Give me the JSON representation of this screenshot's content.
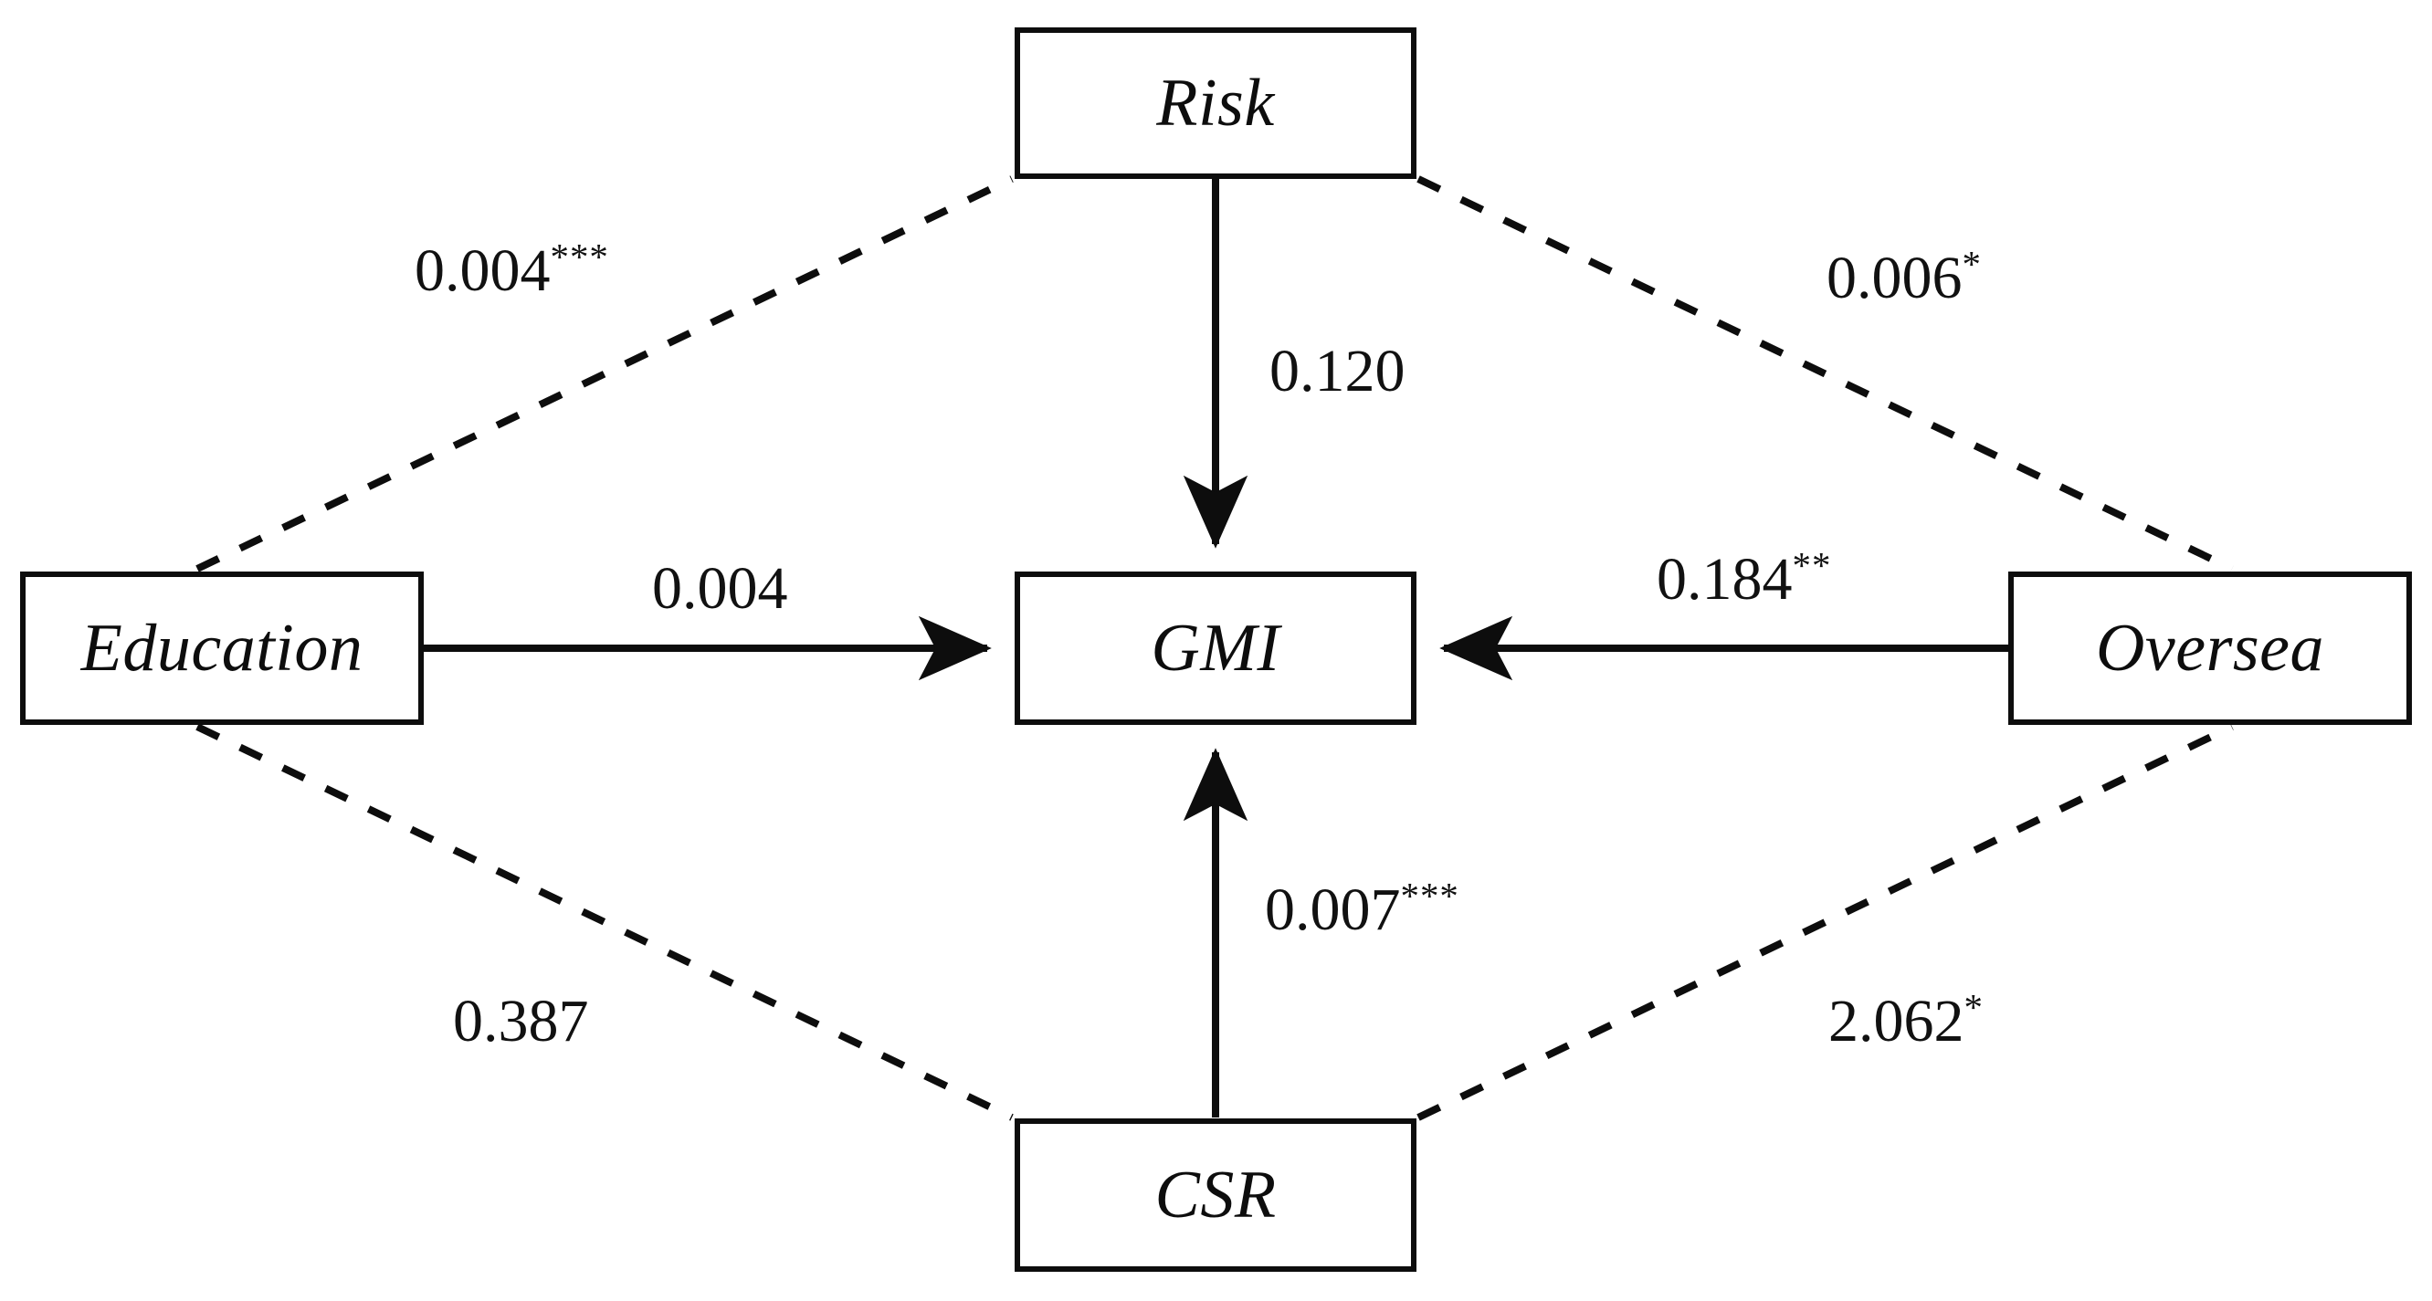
{
  "diagram": {
    "type": "path-model",
    "background_color": "#ffffff",
    "stroke_color": "#0d0d0d",
    "nodes": [
      {
        "id": "risk",
        "label": "Risk"
      },
      {
        "id": "education",
        "label": "Education"
      },
      {
        "id": "gmi",
        "label": "GMI"
      },
      {
        "id": "oversea",
        "label": "Oversea"
      },
      {
        "id": "csr",
        "label": "CSR"
      }
    ],
    "edges": [
      {
        "id": "edu-risk",
        "from": "Education",
        "to": "Risk",
        "style": "dashed",
        "arrow": "none",
        "coefficient": "0.004",
        "stars": "***"
      },
      {
        "id": "risk-over",
        "from": "Risk",
        "to": "Oversea",
        "style": "dashed",
        "arrow": "none",
        "coefficient": "0.006",
        "stars": "*"
      },
      {
        "id": "risk-gmi",
        "from": "Risk",
        "to": "GMI",
        "style": "solid",
        "arrow": "down",
        "coefficient": "0.120",
        "stars": ""
      },
      {
        "id": "edu-gmi",
        "from": "Education",
        "to": "GMI",
        "style": "solid",
        "arrow": "right",
        "coefficient": "0.004",
        "stars": ""
      },
      {
        "id": "over-gmi",
        "from": "Oversea",
        "to": "GMI",
        "style": "solid",
        "arrow": "left",
        "coefficient": "0.184",
        "stars": "**"
      },
      {
        "id": "csr-gmi",
        "from": "CSR",
        "to": "GMI",
        "style": "solid",
        "arrow": "up",
        "coefficient": "0.007",
        "stars": "***"
      },
      {
        "id": "edu-csr",
        "from": "Education",
        "to": "CSR",
        "style": "dashed",
        "arrow": "none",
        "coefficient": "0.387",
        "stars": ""
      },
      {
        "id": "over-csr",
        "from": "CSR",
        "to": "Oversea",
        "style": "dashed",
        "arrow": "none",
        "coefficient": "2.062",
        "stars": "*"
      }
    ]
  }
}
